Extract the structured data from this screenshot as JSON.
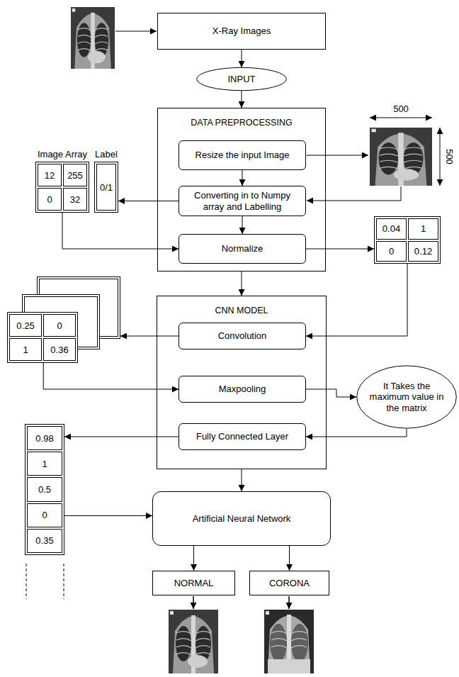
{
  "diagram": {
    "nodes": [
      {
        "text": [
          "X-Ray Images"
        ]
      },
      {
        "text": [
          "INPUT"
        ]
      },
      {
        "text": [
          "DATA PREPROCESSING"
        ]
      },
      {
        "text": [
          "Resize the input Image"
        ],
        "in": 2
      },
      {
        "text": [
          "Converting in to Numpy array and Labelling"
        ],
        "in": 2
      },
      {
        "text": [
          "Normalize"
        ],
        "in": 2
      },
      {
        "text": [
          "Image Array",
          "12",
          "255",
          "0",
          "32"
        ]
      },
      {
        "text": [
          "Label",
          "0/1"
        ]
      },
      {
        "text": [
          "0.04",
          "1",
          "0",
          "0.12"
        ]
      },
      {
        "text": [
          "CNN MODEL"
        ]
      },
      {
        "text": [
          "Convolution"
        ],
        "in": 9
      },
      {
        "text": [
          "Maxpooling"
        ],
        "in": 9
      },
      {
        "text": [
          "Fully Connected Layer"
        ],
        "in": 9
      },
      {
        "text": [
          "0.25",
          "0",
          "1",
          "0.36"
        ]
      },
      {
        "text": [
          "It Takes the maximum value in the matrix"
        ]
      },
      {
        "text": [
          "0.98",
          "1",
          "0.5",
          "0",
          "0.35"
        ]
      },
      {
        "text": [
          "Artificial Neural Network"
        ]
      },
      {
        "text": [
          "NORMAL"
        ]
      },
      {
        "text": [
          "CORONA"
        ]
      }
    ],
    "edges": [
      {
        "from": 0,
        "to": 1,
        "arrow": "to"
      },
      {
        "from": 1,
        "to": 2,
        "arrow": "to"
      },
      {
        "from": 3,
        "to": 4,
        "arrow": "to"
      },
      {
        "from": 4,
        "to": 5,
        "arrow": "to"
      },
      {
        "from": 4,
        "to": 7,
        "arrow": "to"
      },
      {
        "from": 6,
        "to": 5,
        "arrow": "to"
      },
      {
        "from": 5,
        "to": 8,
        "arrow": "to"
      },
      {
        "from": 8,
        "to": 10,
        "arrow": "to"
      },
      {
        "from": 10,
        "to": 13,
        "arrow": "to"
      },
      {
        "from": 13,
        "to": 11,
        "arrow": "to"
      },
      {
        "from": 11,
        "to": 14,
        "arrow": "to"
      },
      {
        "from": 14,
        "to": 12,
        "arrow": "to"
      },
      {
        "from": 12,
        "to": 15,
        "arrow": "to"
      },
      {
        "from": 15,
        "to": 16,
        "arrow": "to"
      },
      {
        "from": 2,
        "to": 9,
        "arrow": "to"
      },
      {
        "from": 9,
        "to": 16,
        "arrow": "to"
      },
      {
        "from": 16,
        "to": 17,
        "arrow": "to"
      },
      {
        "from": 16,
        "to": 18,
        "arrow": "to"
      }
    ],
    "labels": [
      "500",
      "500"
    ]
  }
}
